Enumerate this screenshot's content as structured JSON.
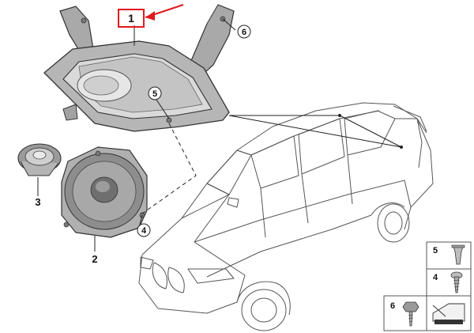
{
  "callouts": {
    "part1": "1",
    "part2": "2",
    "part3": "3",
    "part4": "4",
    "part5": "5",
    "part6": "6"
  },
  "legend": {
    "item5": "5",
    "item4": "4",
    "item6": "6"
  },
  "colors": {
    "highlight": "#e0191f",
    "line": "#222222",
    "part_fill": "#b8b8b8",
    "part_dark": "#7a7a7a"
  }
}
